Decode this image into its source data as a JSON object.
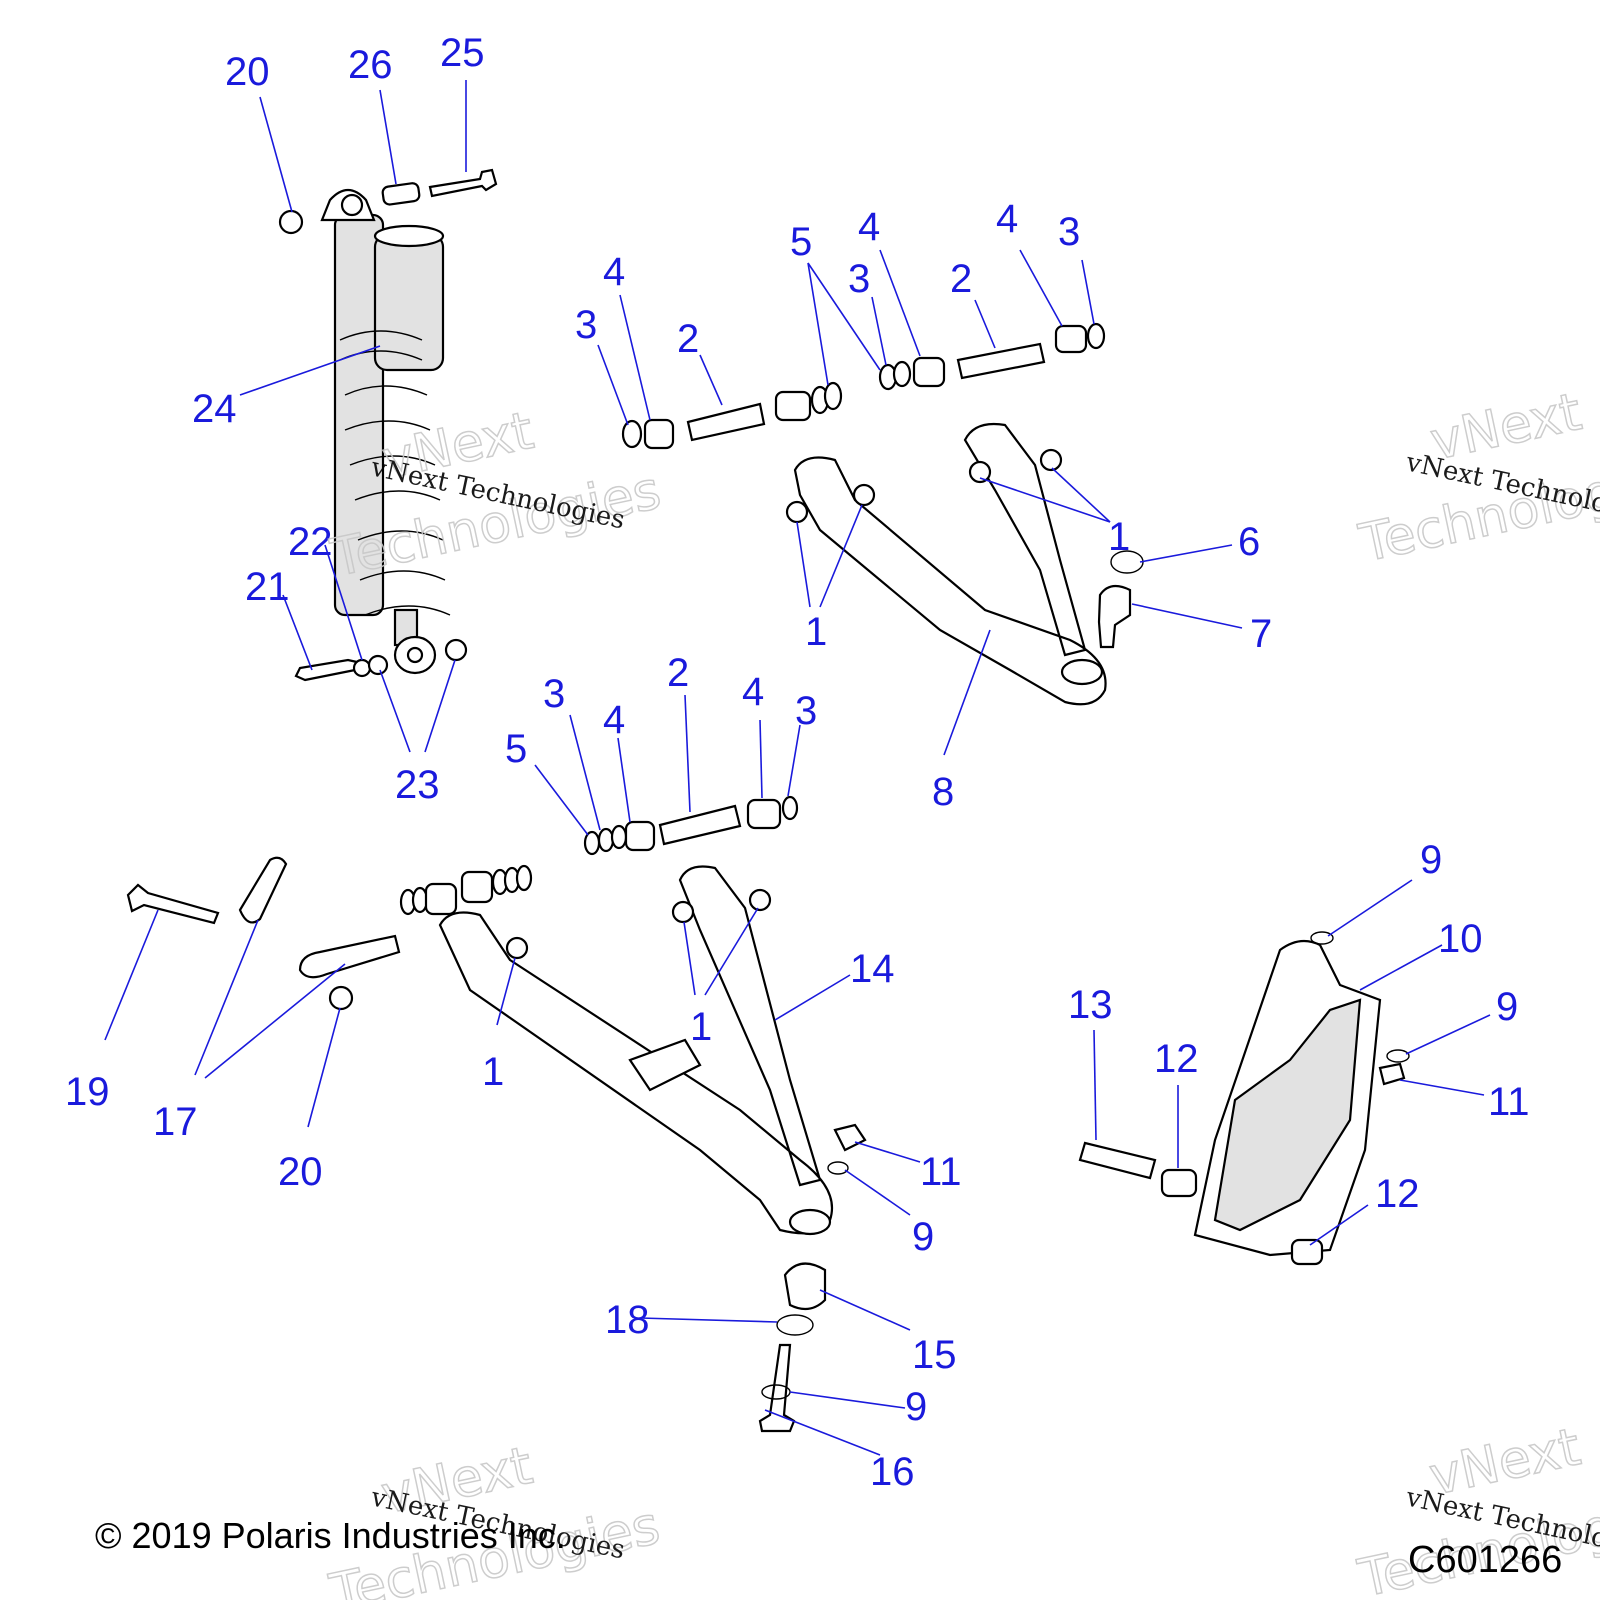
{
  "callouts": [
    {
      "label": "20"
    },
    {
      "label": "26"
    },
    {
      "label": "25"
    },
    {
      "label": "24"
    },
    {
      "label": "22"
    },
    {
      "label": "21"
    },
    {
      "label": "23"
    },
    {
      "label": "3"
    },
    {
      "label": "4"
    },
    {
      "label": "2"
    },
    {
      "label": "5"
    },
    {
      "label": "3"
    },
    {
      "label": "4"
    },
    {
      "label": "4"
    },
    {
      "label": "3"
    },
    {
      "label": "2"
    },
    {
      "label": "1"
    },
    {
      "label": "1"
    },
    {
      "label": "6"
    },
    {
      "label": "7"
    },
    {
      "label": "8"
    },
    {
      "label": "3"
    },
    {
      "label": "2"
    },
    {
      "label": "4"
    },
    {
      "label": "3"
    },
    {
      "label": "5"
    },
    {
      "label": "4"
    },
    {
      "label": "9"
    },
    {
      "label": "10"
    },
    {
      "label": "9"
    },
    {
      "label": "11"
    },
    {
      "label": "13"
    },
    {
      "label": "12"
    },
    {
      "label": "12"
    },
    {
      "label": "19"
    },
    {
      "label": "17"
    },
    {
      "label": "20"
    },
    {
      "label": "1"
    },
    {
      "label": "1"
    },
    {
      "label": "14"
    },
    {
      "label": "11"
    },
    {
      "label": "9"
    },
    {
      "label": "18"
    },
    {
      "label": "15"
    },
    {
      "label": "9"
    },
    {
      "label": "16"
    }
  ],
  "watermark": {
    "line1": "vNext Technologies",
    "outline1": "vNext",
    "outline2": "Technologies"
  },
  "footer": {
    "copyright": "© 2019 Polaris Industries Inc.",
    "drawing_code": "C601266"
  }
}
